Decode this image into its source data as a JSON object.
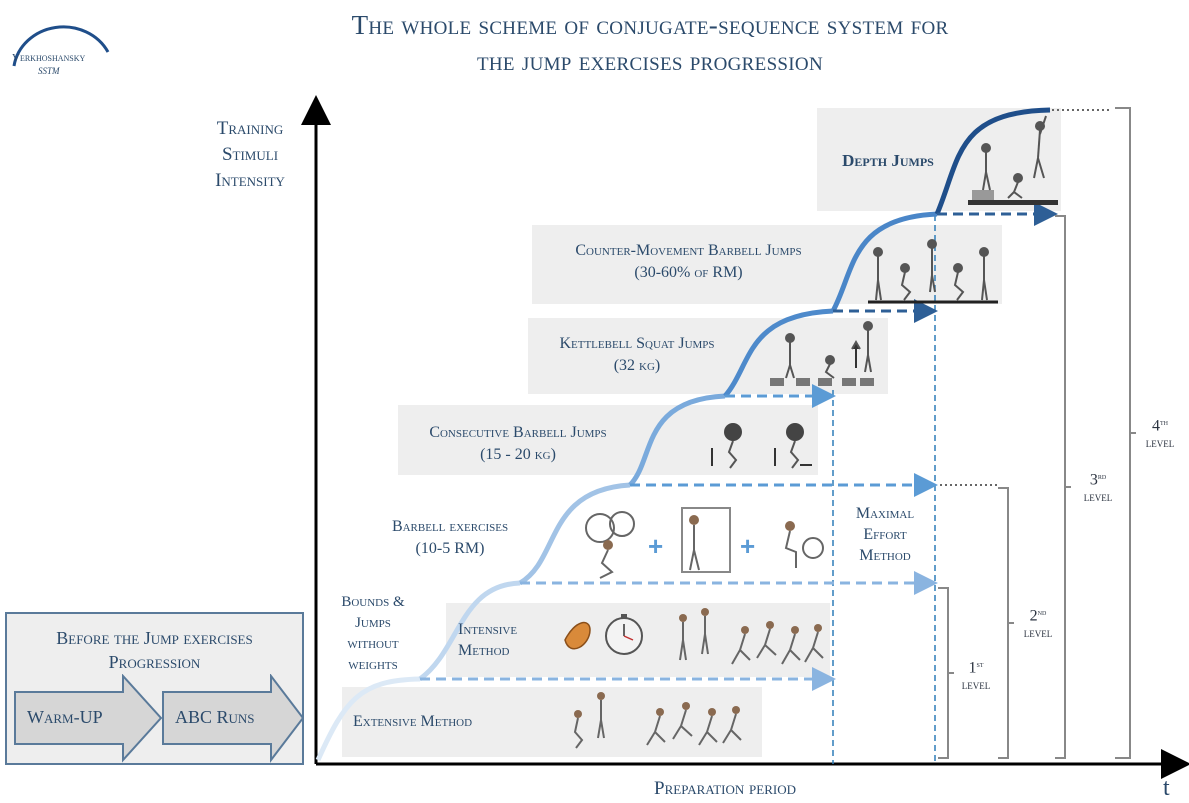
{
  "logo": {
    "name": "Verkhoshansky",
    "sub": "SSTM"
  },
  "title": {
    "line1": "The whole scheme of conjugate-sequence system for",
    "line2": "the jump exercises progression"
  },
  "axes": {
    "y_label_lines": [
      "Training",
      "Stimuli",
      "Intensity"
    ],
    "x_label": "Preparation period",
    "t_label": "t"
  },
  "stages": [
    {
      "id": "bounds",
      "lines": [
        "Bounds &",
        "Jumps",
        "without",
        "weights"
      ]
    },
    {
      "id": "barbell-exercises",
      "lines": [
        "Barbell exercises",
        "(10-5 RM)"
      ]
    },
    {
      "id": "consecutive-barbell-jumps",
      "lines": [
        "Consecutive Barbell Jumps",
        "(15 - 20 kg)"
      ]
    },
    {
      "id": "kettlebell-squat-jumps",
      "lines": [
        "Kettlebell Squat Jumps",
        "(32 kg)"
      ]
    },
    {
      "id": "counter-movement-barbell-jumps",
      "lines": [
        "Counter-Movement Barbell Jumps",
        "(30-60% of RM)"
      ]
    },
    {
      "id": "depth-jumps",
      "lines": [
        "Depth Jumps"
      ]
    }
  ],
  "methods": {
    "intensive": [
      "Intensive",
      "Method"
    ],
    "extensive": "Extensive Method",
    "maximal_effort": [
      "Maximal",
      "Effort",
      "Method"
    ]
  },
  "levels": [
    {
      "num": "1",
      "sup": "st",
      "word": "level"
    },
    {
      "num": "2",
      "sup": "nd",
      "word": "level"
    },
    {
      "num": "3",
      "sup": "rd",
      "word": "level"
    },
    {
      "num": "4",
      "sup": "th",
      "word": "level"
    }
  ],
  "before_box": {
    "title_lines": [
      "Before the Jump exercises",
      "Progression"
    ],
    "steps": [
      "Warm-UP",
      "ABC Runs"
    ]
  },
  "plus_sign": "+",
  "colors": {
    "text": "#2b4a6b",
    "axis": "#000000",
    "panel": "#eeeeee",
    "bracket": "#888888",
    "curve_light": "#c5dbf0",
    "curve_mid": "#5b9bd5",
    "curve_dark": "#1f4e8a",
    "dashed_light": "#8ab4e0",
    "dashed_dark": "#2e5f96",
    "plus": "#5b9bd5"
  }
}
